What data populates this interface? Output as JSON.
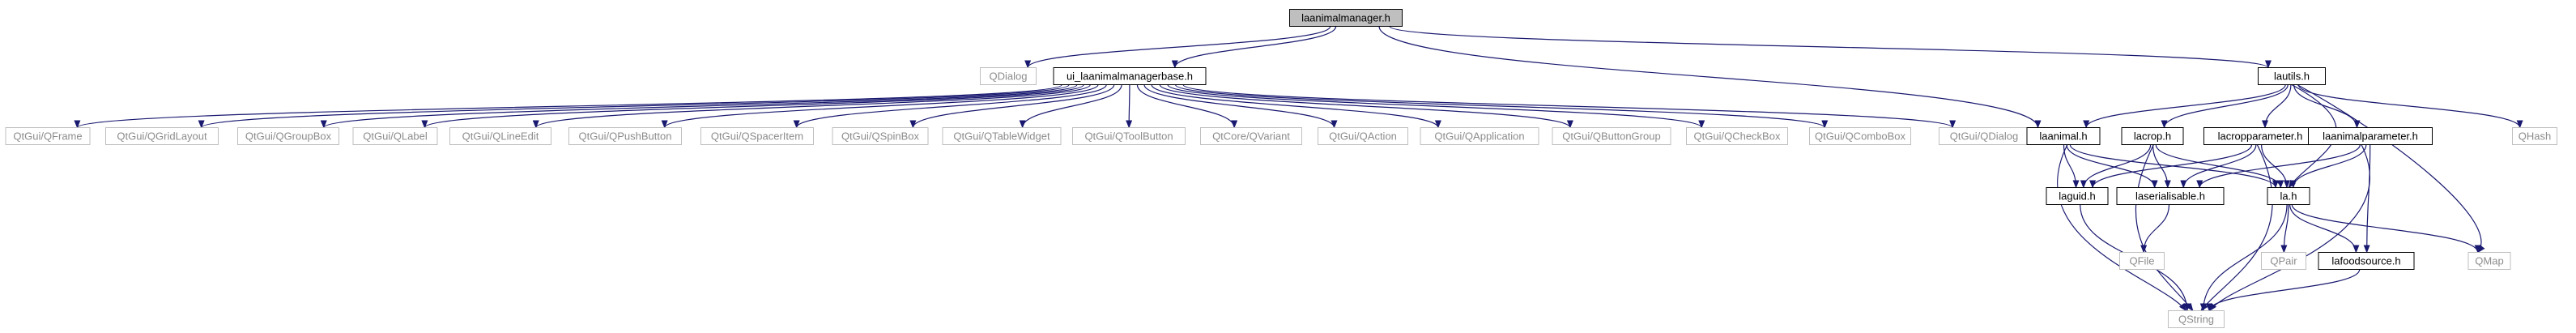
{
  "diagram": {
    "type": "include-dependency-graph",
    "colors": {
      "edge": "#191970",
      "normal_border": "#000000",
      "normal_text": "#000000",
      "external_border": "#bfbfbf",
      "external_text": "#8c8c8c",
      "root_fill": "#bfbfbf"
    },
    "nodes": [
      {
        "id": "laanimalmanager_h",
        "label": "laanimalmanager.h",
        "kind": "root"
      },
      {
        "id": "qdialog_top",
        "label": "QDialog",
        "kind": "external"
      },
      {
        "id": "ui_laanimalmanagerbase_h",
        "label": "ui_laanimalmanagerbase.h",
        "kind": "normal"
      },
      {
        "id": "lautils_h",
        "label": "lautils.h",
        "kind": "normal"
      },
      {
        "id": "qtgui_qframe",
        "label": "QtGui/QFrame",
        "kind": "external"
      },
      {
        "id": "qtgui_qgridlayout",
        "label": "QtGui/QGridLayout",
        "kind": "external"
      },
      {
        "id": "qtgui_qgroupbox",
        "label": "QtGui/QGroupBox",
        "kind": "external"
      },
      {
        "id": "qtgui_qlabel",
        "label": "QtGui/QLabel",
        "kind": "external"
      },
      {
        "id": "qtgui_qlineedit",
        "label": "QtGui/QLineEdit",
        "kind": "external"
      },
      {
        "id": "qtgui_qpushbutton",
        "label": "QtGui/QPushButton",
        "kind": "external"
      },
      {
        "id": "qtgui_qspaceritem",
        "label": "QtGui/QSpacerItem",
        "kind": "external"
      },
      {
        "id": "qtgui_qspinbox",
        "label": "QtGui/QSpinBox",
        "kind": "external"
      },
      {
        "id": "qtgui_qtablewidget",
        "label": "QtGui/QTableWidget",
        "kind": "external"
      },
      {
        "id": "qtgui_qtoolbutton",
        "label": "QtGui/QToolButton",
        "kind": "external"
      },
      {
        "id": "qtcore_qvariant",
        "label": "QtCore/QVariant",
        "kind": "external"
      },
      {
        "id": "qtgui_qaction",
        "label": "QtGui/QAction",
        "kind": "external"
      },
      {
        "id": "qtgui_qapplication",
        "label": "QtGui/QApplication",
        "kind": "external"
      },
      {
        "id": "qtgui_qbuttongroup",
        "label": "QtGui/QButtonGroup",
        "kind": "external"
      },
      {
        "id": "qtgui_qcheckbox",
        "label": "QtGui/QCheckBox",
        "kind": "external"
      },
      {
        "id": "qtgui_qcombobox",
        "label": "QtGui/QComboBox",
        "kind": "external"
      },
      {
        "id": "qtgui_qdialog",
        "label": "QtGui/QDialog",
        "kind": "external"
      },
      {
        "id": "laanimal_h",
        "label": "laanimal.h",
        "kind": "normal"
      },
      {
        "id": "lacrop_h",
        "label": "lacrop.h",
        "kind": "normal"
      },
      {
        "id": "lacropparameter_h",
        "label": "lacropparameter.h",
        "kind": "normal"
      },
      {
        "id": "laanimalparameter_h",
        "label": "laanimalparameter.h",
        "kind": "normal"
      },
      {
        "id": "qhash",
        "label": "QHash",
        "kind": "external"
      },
      {
        "id": "laguid_h",
        "label": "laguid.h",
        "kind": "normal"
      },
      {
        "id": "laserialisable_h",
        "label": "laserialisable.h",
        "kind": "normal"
      },
      {
        "id": "la_h",
        "label": "la.h",
        "kind": "normal"
      },
      {
        "id": "qfile",
        "label": "QFile",
        "kind": "external"
      },
      {
        "id": "qpair",
        "label": "QPair",
        "kind": "external"
      },
      {
        "id": "lafoodsource_h",
        "label": "lafoodsource.h",
        "kind": "normal"
      },
      {
        "id": "qmap",
        "label": "QMap",
        "kind": "external"
      },
      {
        "id": "qstring",
        "label": "QString",
        "kind": "external"
      }
    ],
    "edges": [
      {
        "from": "laanimalmanager_h",
        "to": "qdialog_top"
      },
      {
        "from": "laanimalmanager_h",
        "to": "ui_laanimalmanagerbase_h"
      },
      {
        "from": "laanimalmanager_h",
        "to": "lautils_h"
      },
      {
        "from": "laanimalmanager_h",
        "to": "laanimal_h"
      },
      {
        "from": "ui_laanimalmanagerbase_h",
        "to": "qtgui_qframe"
      },
      {
        "from": "ui_laanimalmanagerbase_h",
        "to": "qtgui_qgridlayout"
      },
      {
        "from": "ui_laanimalmanagerbase_h",
        "to": "qtgui_qgroupbox"
      },
      {
        "from": "ui_laanimalmanagerbase_h",
        "to": "qtgui_qlabel"
      },
      {
        "from": "ui_laanimalmanagerbase_h",
        "to": "qtgui_qlineedit"
      },
      {
        "from": "ui_laanimalmanagerbase_h",
        "to": "qtgui_qpushbutton"
      },
      {
        "from": "ui_laanimalmanagerbase_h",
        "to": "qtgui_qspaceritem"
      },
      {
        "from": "ui_laanimalmanagerbase_h",
        "to": "qtgui_qspinbox"
      },
      {
        "from": "ui_laanimalmanagerbase_h",
        "to": "qtgui_qtablewidget"
      },
      {
        "from": "ui_laanimalmanagerbase_h",
        "to": "qtgui_qtoolbutton"
      },
      {
        "from": "ui_laanimalmanagerbase_h",
        "to": "qtcore_qvariant"
      },
      {
        "from": "ui_laanimalmanagerbase_h",
        "to": "qtgui_qaction"
      },
      {
        "from": "ui_laanimalmanagerbase_h",
        "to": "qtgui_qapplication"
      },
      {
        "from": "ui_laanimalmanagerbase_h",
        "to": "qtgui_qbuttongroup"
      },
      {
        "from": "ui_laanimalmanagerbase_h",
        "to": "qtgui_qcheckbox"
      },
      {
        "from": "ui_laanimalmanagerbase_h",
        "to": "qtgui_qcombobox"
      },
      {
        "from": "ui_laanimalmanagerbase_h",
        "to": "qtgui_qdialog"
      },
      {
        "from": "lautils_h",
        "to": "laanimal_h"
      },
      {
        "from": "lautils_h",
        "to": "lacrop_h"
      },
      {
        "from": "lautils_h",
        "to": "lacropparameter_h"
      },
      {
        "from": "lautils_h",
        "to": "laanimalparameter_h"
      },
      {
        "from": "lautils_h",
        "to": "qhash"
      },
      {
        "from": "lautils_h",
        "to": "la_h"
      },
      {
        "from": "lautils_h",
        "to": "qmap"
      },
      {
        "from": "laanimal_h",
        "to": "laguid_h"
      },
      {
        "from": "laanimal_h",
        "to": "laserialisable_h"
      },
      {
        "from": "laanimal_h",
        "to": "la_h"
      },
      {
        "from": "laanimal_h",
        "to": "qstring"
      },
      {
        "from": "lacrop_h",
        "to": "laguid_h"
      },
      {
        "from": "lacrop_h",
        "to": "laserialisable_h"
      },
      {
        "from": "lacrop_h",
        "to": "la_h"
      },
      {
        "from": "lacrop_h",
        "to": "qstring"
      },
      {
        "from": "lacropparameter_h",
        "to": "laguid_h"
      },
      {
        "from": "lacropparameter_h",
        "to": "laserialisable_h"
      },
      {
        "from": "lacropparameter_h",
        "to": "la_h"
      },
      {
        "from": "lacropparameter_h",
        "to": "qstring"
      },
      {
        "from": "laanimalparameter_h",
        "to": "laserialisable_h"
      },
      {
        "from": "laanimalparameter_h",
        "to": "la_h"
      },
      {
        "from": "laanimalparameter_h",
        "to": "lafoodsource_h"
      },
      {
        "from": "laanimalparameter_h",
        "to": "qstring"
      },
      {
        "from": "laguid_h",
        "to": "qstring"
      },
      {
        "from": "laserialisable_h",
        "to": "qfile"
      },
      {
        "from": "la_h",
        "to": "qpair"
      },
      {
        "from": "la_h",
        "to": "lafoodsource_h"
      },
      {
        "from": "la_h",
        "to": "qmap"
      },
      {
        "from": "la_h",
        "to": "qstring"
      },
      {
        "from": "lafoodsource_h",
        "to": "qstring"
      }
    ]
  }
}
